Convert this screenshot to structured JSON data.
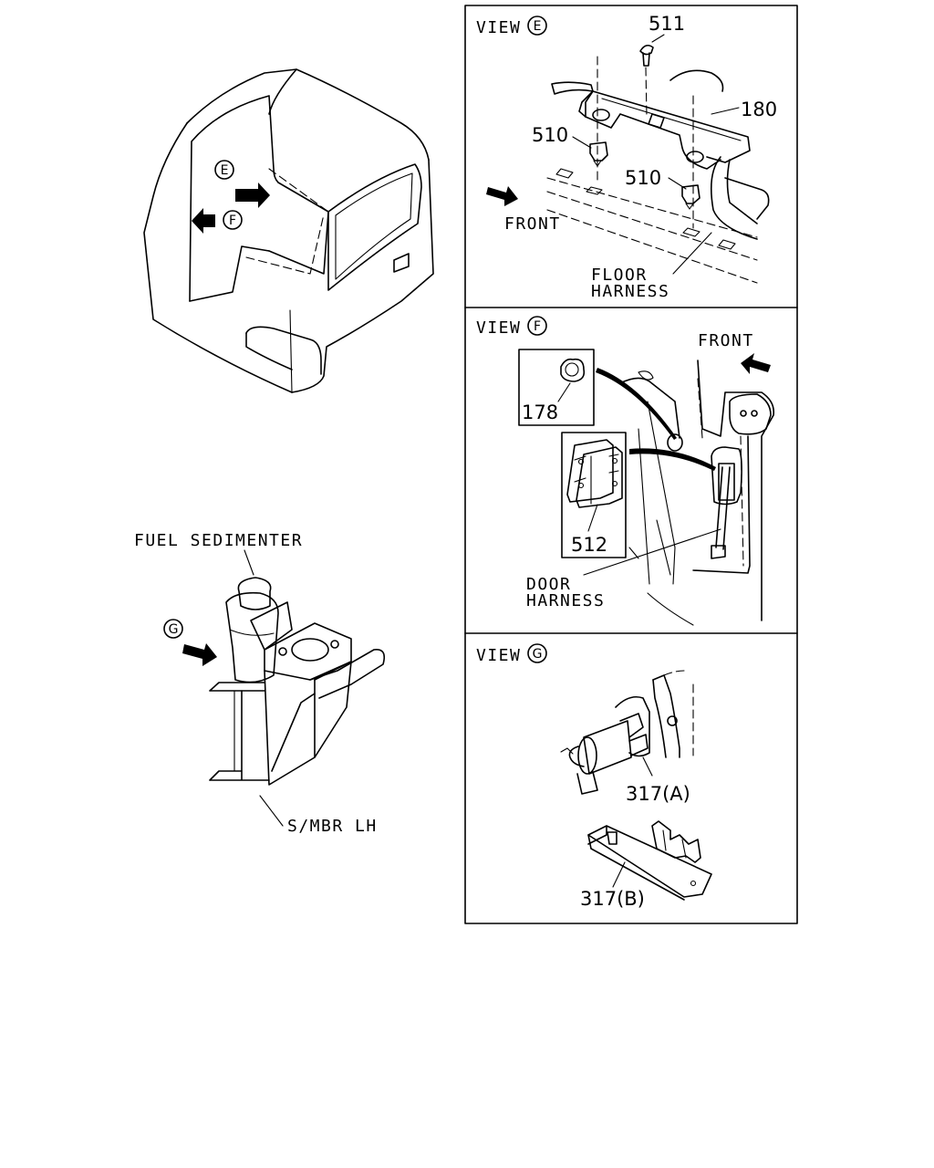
{
  "views": {
    "e": {
      "prefix": "VIEW",
      "letter": "E"
    },
    "f": {
      "prefix": "VIEW",
      "letter": "F"
    },
    "g": {
      "prefix": "VIEW",
      "letter": "G"
    }
  },
  "cab": {
    "marker_e": "E",
    "marker_f": "F"
  },
  "sedimenter": {
    "title": "FUEL SEDIMENTER",
    "marker_g": "G",
    "member_label": "S/MBR LH"
  },
  "view_e_labels": {
    "p511": "511",
    "p180": "180",
    "p510a": "510",
    "p510b": "510",
    "front": "FRONT",
    "floor": "FLOOR",
    "harness": "HARNESS"
  },
  "view_f_labels": {
    "front": "FRONT",
    "p178": "178",
    "p512": "512",
    "door": "DOOR",
    "harness": "HARNESS"
  },
  "view_g_labels": {
    "p317a": "317(A)",
    "p317b": "317(B)"
  }
}
